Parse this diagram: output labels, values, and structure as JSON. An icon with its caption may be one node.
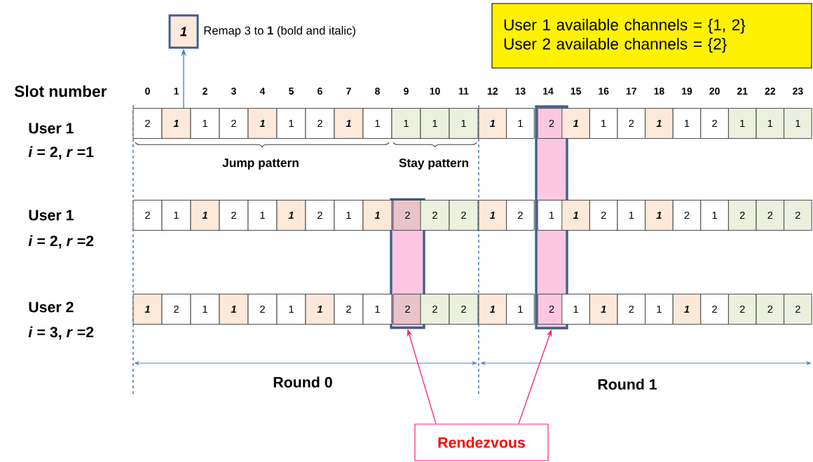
{
  "diagram": {
    "nodes": [
      {
        "text": [
          "1"
        ],
        "beside": [
          "Remap 3 to **1** (bold and italic)"
        ]
      },
      {
        "text": [
          "User 1 available channels = {1, 2}",
          "User 2 available channels = {2}"
        ]
      },
      {
        "text": [],
        "shape": "box"
      },
      {
        "text": [],
        "shape": "box"
      },
      {
        "text": [
          "2"
        ]
      },
      {
        "text": [
          "1"
        ]
      },
      {
        "text": [
          "1"
        ]
      },
      {
        "text": [
          "2"
        ]
      },
      {
        "text": [
          "1"
        ]
      },
      {
        "text": [
          "1"
        ]
      },
      {
        "text": [
          "2"
        ]
      },
      {
        "text": [
          "1"
        ]
      },
      {
        "text": [
          "1"
        ]
      },
      {
        "text": [
          "1"
        ]
      },
      {
        "text": [
          "1"
        ]
      },
      {
        "text": [
          "1"
        ]
      },
      {
        "text": [
          "1"
        ]
      },
      {
        "text": [
          "1"
        ]
      },
      {
        "text": [
          "2"
        ],
        "in": 3
      },
      {
        "text": [
          "1"
        ]
      },
      {
        "text": [
          "1"
        ]
      },
      {
        "text": [
          "2"
        ]
      },
      {
        "text": [
          "1"
        ]
      },
      {
        "text": [
          "1"
        ]
      },
      {
        "text": [
          "2"
        ]
      },
      {
        "text": [
          "1"
        ]
      },
      {
        "text": [
          "1"
        ]
      },
      {
        "text": [
          "1"
        ]
      },
      {
        "text": [
          "2"
        ]
      },
      {
        "text": [
          "1"
        ]
      },
      {
        "text": [
          "1"
        ]
      },
      {
        "text": [
          "2"
        ]
      },
      {
        "text": [
          "1"
        ]
      },
      {
        "text": [
          "1"
        ]
      },
      {
        "text": [
          "2"
        ]
      },
      {
        "text": [
          "1"
        ]
      },
      {
        "text": [
          "1"
        ]
      },
      {
        "text": [
          "2"
        ],
        "in": 2
      },
      {
        "text": [
          "2"
        ]
      },
      {
        "text": [
          "2"
        ]
      },
      {
        "text": [
          "1"
        ]
      },
      {
        "text": [
          "2"
        ]
      },
      {
        "text": [
          "1"
        ],
        "in": 3
      },
      {
        "text": [
          "1"
        ]
      },
      {
        "text": [
          "2"
        ]
      },
      {
        "text": [
          "1"
        ]
      },
      {
        "text": [
          "1"
        ]
      },
      {
        "text": [
          "2"
        ]
      },
      {
        "text": [
          "1"
        ]
      },
      {
        "text": [
          "2"
        ]
      },
      {
        "text": [
          "2"
        ]
      },
      {
        "text": [
          "2"
        ]
      },
      {
        "text": [
          "1"
        ]
      },
      {
        "text": [
          "2"
        ]
      },
      {
        "text": [
          "1"
        ]
      },
      {
        "text": [
          "1"
        ]
      },
      {
        "text": [
          "2"
        ]
      },
      {
        "text": [
          "1"
        ]
      },
      {
        "text": [
          "1"
        ]
      },
      {
        "text": [
          "2"
        ]
      },
      {
        "text": [
          "1"
        ]
      },
      {
        "text": [
          "2"
        ],
        "in": 2
      },
      {
        "text": [
          "2"
        ]
      },
      {
        "text": [
          "2"
        ]
      },
      {
        "text": [
          "1"
        ]
      },
      {
        "text": [
          "1"
        ]
      },
      {
        "text": [
          "2"
        ],
        "in": 3
      },
      {
        "text": [
          "1"
        ]
      },
      {
        "text": [
          "1"
        ]
      },
      {
        "text": [
          "2"
        ]
      },
      {
        "text": [
          "1"
        ]
      },
      {
        "text": [
          "1"
        ]
      },
      {
        "text": [
          "2"
        ]
      },
      {
        "text": [
          "2"
        ]
      },
      {
        "text": [
          "2"
        ]
      },
      {
        "text": [
          "2"
        ]
      },
      {
        "text": [
          "Rendezvous"
        ]
      }
    ],
    "edges": [
      {
        "from": 5,
        "to": 0,
        "arrow": "to",
        "color": "#4f81bd"
      },
      {
        "from": 76,
        "to": 2,
        "arrow": "to"
      },
      {
        "from": 76,
        "to": 3,
        "arrow": "to"
      }
    ],
    "labels": [
      "Slot number",
      "0",
      "1",
      "2",
      "3",
      "4",
      "5",
      "6",
      "7",
      "8",
      "9",
      "10",
      "11",
      "12",
      "13",
      "14",
      "15",
      "16",
      "17",
      "18",
      "19",
      "20",
      "21",
      "22",
      "23",
      "User 1",
      "*i* = 2, *r* =1",
      "Jump pattern",
      "Stay pattern",
      "User 1",
      "*i* = 2, *r* =2",
      "User 2",
      "*i* = 3, *r* =2",
      "Round 0",
      "Round 1"
    ]
  }
}
